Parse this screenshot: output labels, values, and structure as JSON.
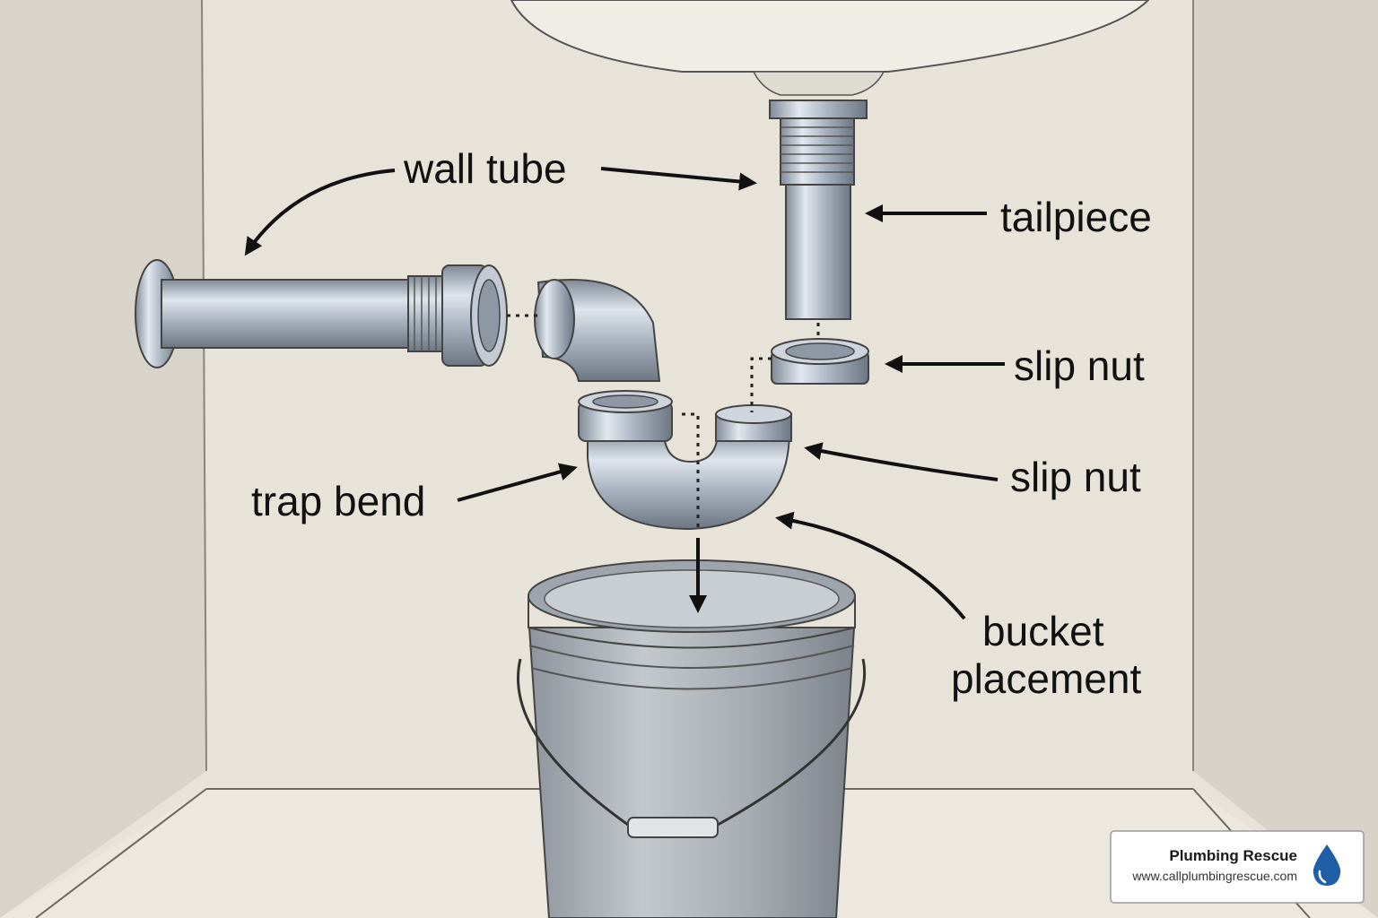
{
  "labels": {
    "wall_tube": "wall tube",
    "tailpiece": "tailpiece",
    "slip_nut_upper": "slip nut",
    "slip_nut_lower": "slip nut",
    "trap_bend": "trap bend",
    "bucket_placement_line1": "bucket",
    "bucket_placement_line2": "placement"
  },
  "badge": {
    "name": "Plumbing Rescue",
    "url": "www.callplumbingrescue.com",
    "icon": "water-drop-icon",
    "icon_color": "#1f5fa8"
  },
  "colors": {
    "wall": "#e8e4da",
    "pipe": "#a9b3c0",
    "ink": "#111111"
  }
}
